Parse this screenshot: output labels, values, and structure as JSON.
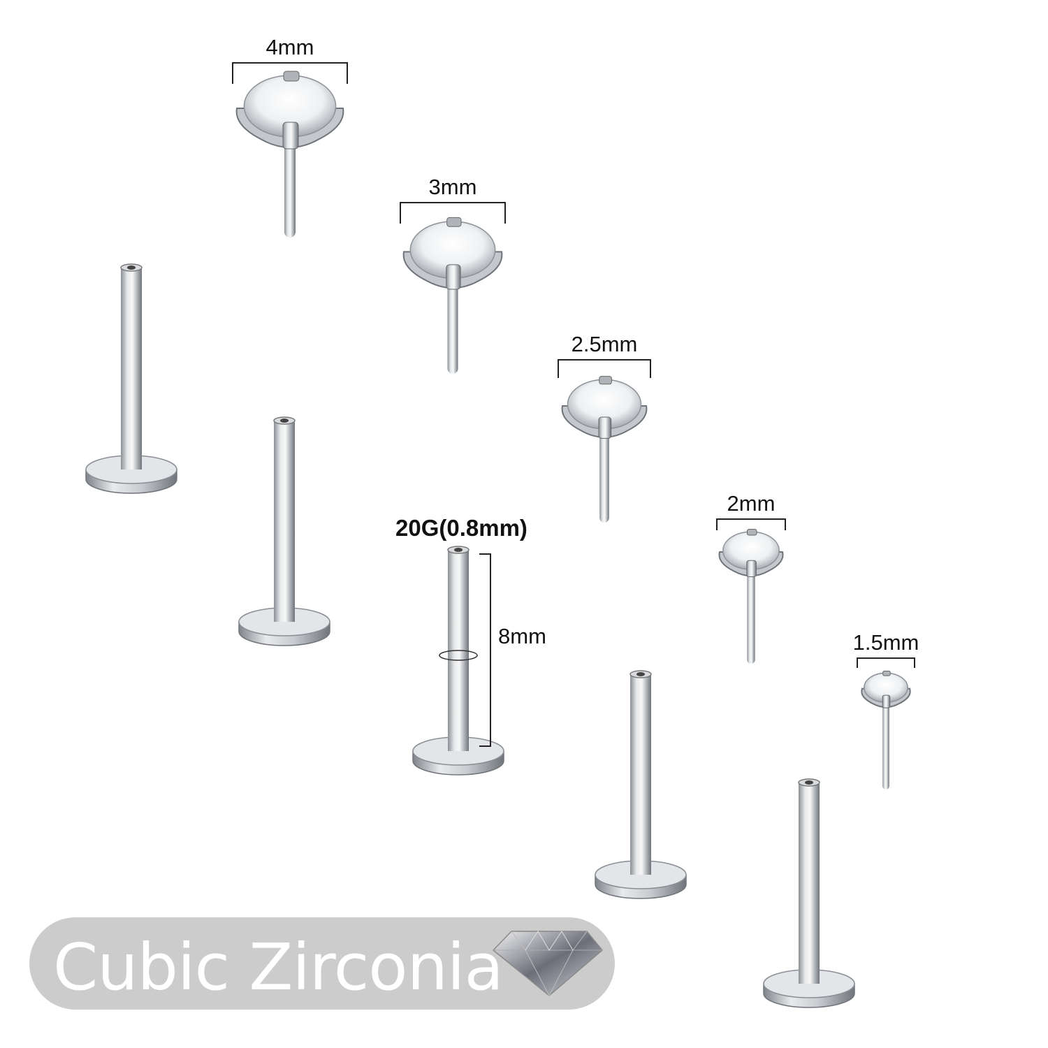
{
  "gem_sizes": [
    "4mm",
    "3mm",
    "2.5mm",
    "2mm",
    "1.5mm"
  ],
  "gauge_label": "20G(0.8mm)",
  "length_label": "8mm",
  "banner": {
    "text": "Cubic Zirconia",
    "icon": "diamond-icon",
    "background": "#cccccc",
    "text_color": "#ffffff"
  },
  "colors": {
    "metal": "#b8bcc2",
    "metal_dark": "#7d8288",
    "bracket": "#222222"
  }
}
